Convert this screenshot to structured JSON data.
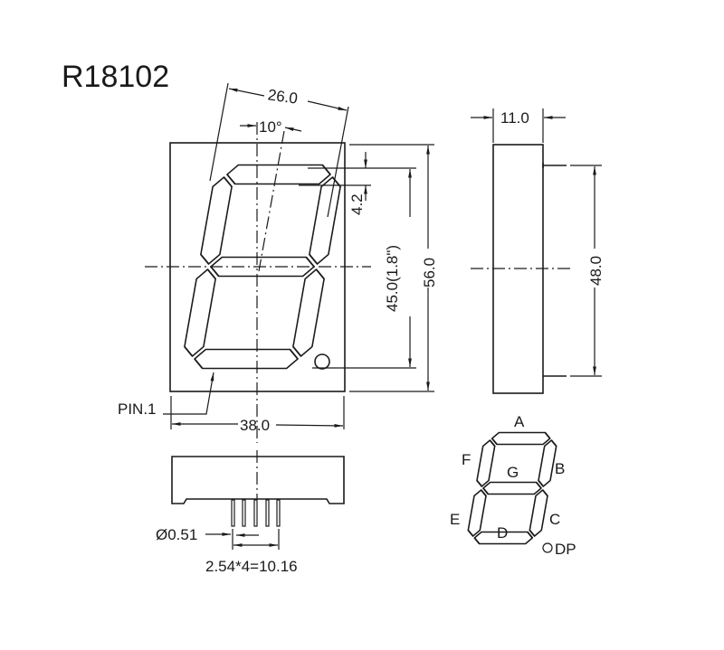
{
  "title": "R18102",
  "front_view": {
    "width_label": "38.0",
    "digit_width_label": "26.0",
    "slant_label": "10°",
    "segment_thickness_label": "4.2",
    "digit_height_label": "45.0(1.8\")",
    "height_label": "56.0",
    "pin1_label": "PIN.1"
  },
  "side_view": {
    "depth_label": "11.0",
    "pin_span_label": "48.0"
  },
  "bottom_view": {
    "pin_diameter_label": "Ø0.51",
    "pin_pitch_label": "2.54*4=10.16"
  },
  "segment_diagram": {
    "labels": {
      "A": "A",
      "B": "B",
      "C": "C",
      "D": "D",
      "E": "E",
      "F": "F",
      "G": "G",
      "DP": "DP"
    }
  }
}
